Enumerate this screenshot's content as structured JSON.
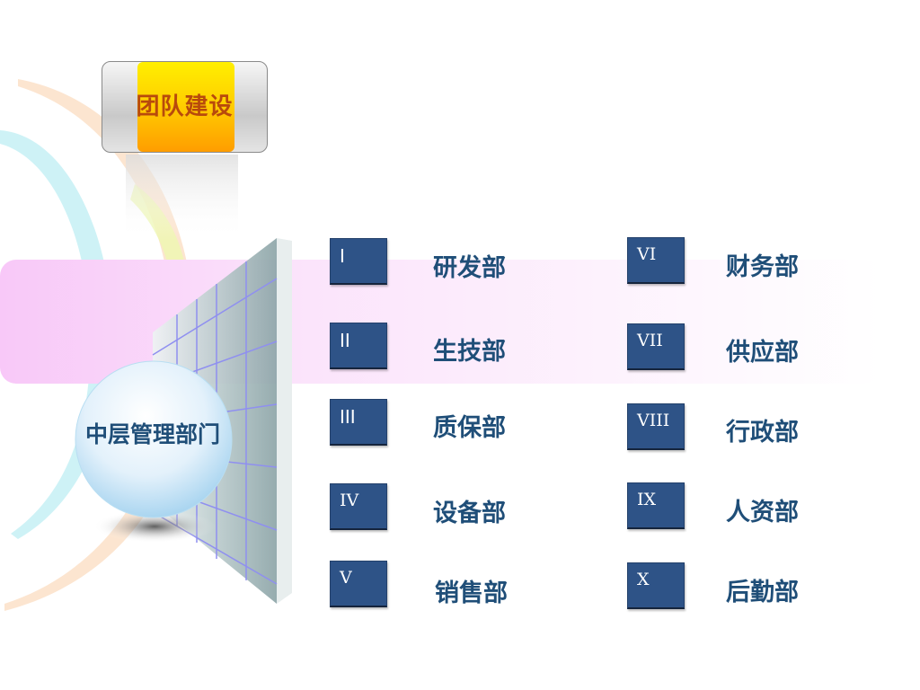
{
  "header": {
    "title": "团队建设"
  },
  "center": {
    "label": "中层管理部门"
  },
  "left_column": [
    {
      "numeral": "I",
      "name": "研发部"
    },
    {
      "numeral": "II",
      "name": "生技部"
    },
    {
      "numeral": "III",
      "name": "质保部"
    },
    {
      "numeral": "IV",
      "name": "设备部"
    },
    {
      "numeral": "V",
      "name": "销售部"
    }
  ],
  "right_column": [
    {
      "numeral": "VI",
      "name": "财务部"
    },
    {
      "numeral": "VII",
      "name": "供应部"
    },
    {
      "numeral": "VIII",
      "name": "行政部"
    },
    {
      "numeral": "IX",
      "name": "人资部"
    },
    {
      "numeral": "X",
      "name": "后勤部"
    }
  ],
  "colors": {
    "badge": "#2e5387",
    "text": "#1f4e78",
    "title_gradient_top": "#ffef00",
    "title_gradient_bottom": "#ff9d00",
    "title_text": "#b84a0c",
    "band": "#f6d6f6"
  }
}
